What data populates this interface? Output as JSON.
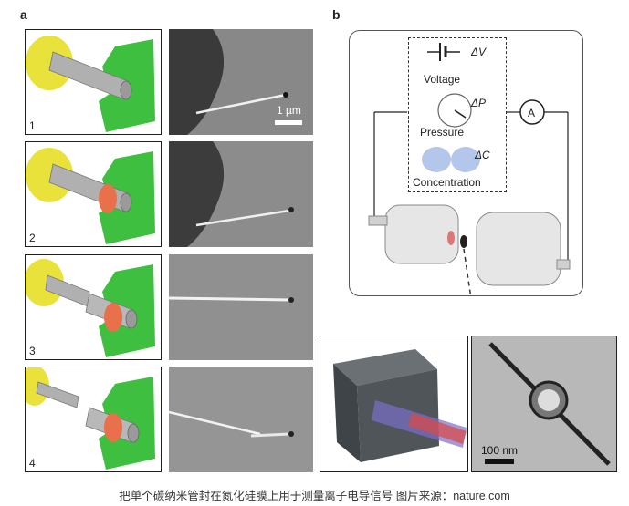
{
  "figure": {
    "panel_a_label": "a",
    "panel_b_label": "b",
    "steps": [
      "1",
      "2",
      "3",
      "4"
    ],
    "scale_bar_micrograph": "1 µm",
    "circuit": {
      "voltage_symbol": "ΔV",
      "voltage_label": "Voltage",
      "pressure_symbol": "ΔP",
      "pressure_label": "Pressure",
      "concentration_symbol": "ΔC",
      "concentration_label": "Concentration",
      "ammeter_symbol": "A"
    },
    "scale_bar_tem": "100 nm",
    "caption": "把单个碳纳米管封在氮化硅膜上用于测量离子电导信号 图片来源：nature.com"
  },
  "colors": {
    "yellow": "#e8e23a",
    "green": "#3fbf3f",
    "orange": "#e8704a",
    "tube_gray": "#a6a6a6"
  }
}
